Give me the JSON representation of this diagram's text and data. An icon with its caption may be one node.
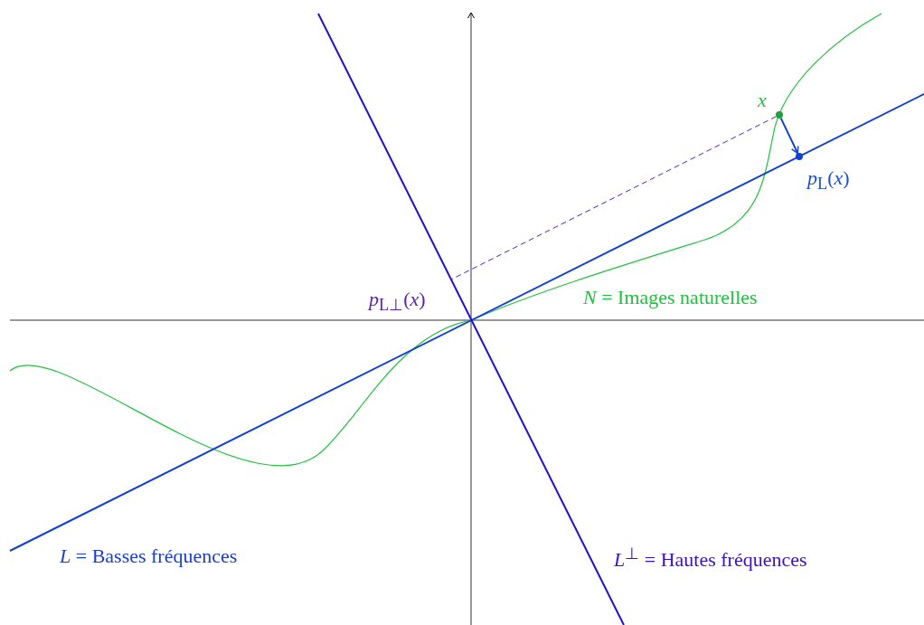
{
  "diagram": {
    "nodes": [
      {
        "text": [],
        "shape": "circle",
        "beside": [
          "x"
        ]
      },
      {
        "text": [],
        "shape": "circle",
        "beside": [
          "*p*$_{L}$(*x*)"
        ]
      }
    ],
    "edges": [
      {
        "from": 0,
        "to": 1,
        "arrow": "to"
      },
      {
        "from": 0,
        "to": null,
        "arrow": "none",
        "style": "dashed",
        "color": "#4a20d0"
      }
    ],
    "labels": [
      "*p*$_{L⊥}$(*x*)",
      "*N* = Images naturelles",
      "*L* = Basses fréquences",
      "*L*$^{⊥}$ = Hautes fréquences"
    ]
  }
}
